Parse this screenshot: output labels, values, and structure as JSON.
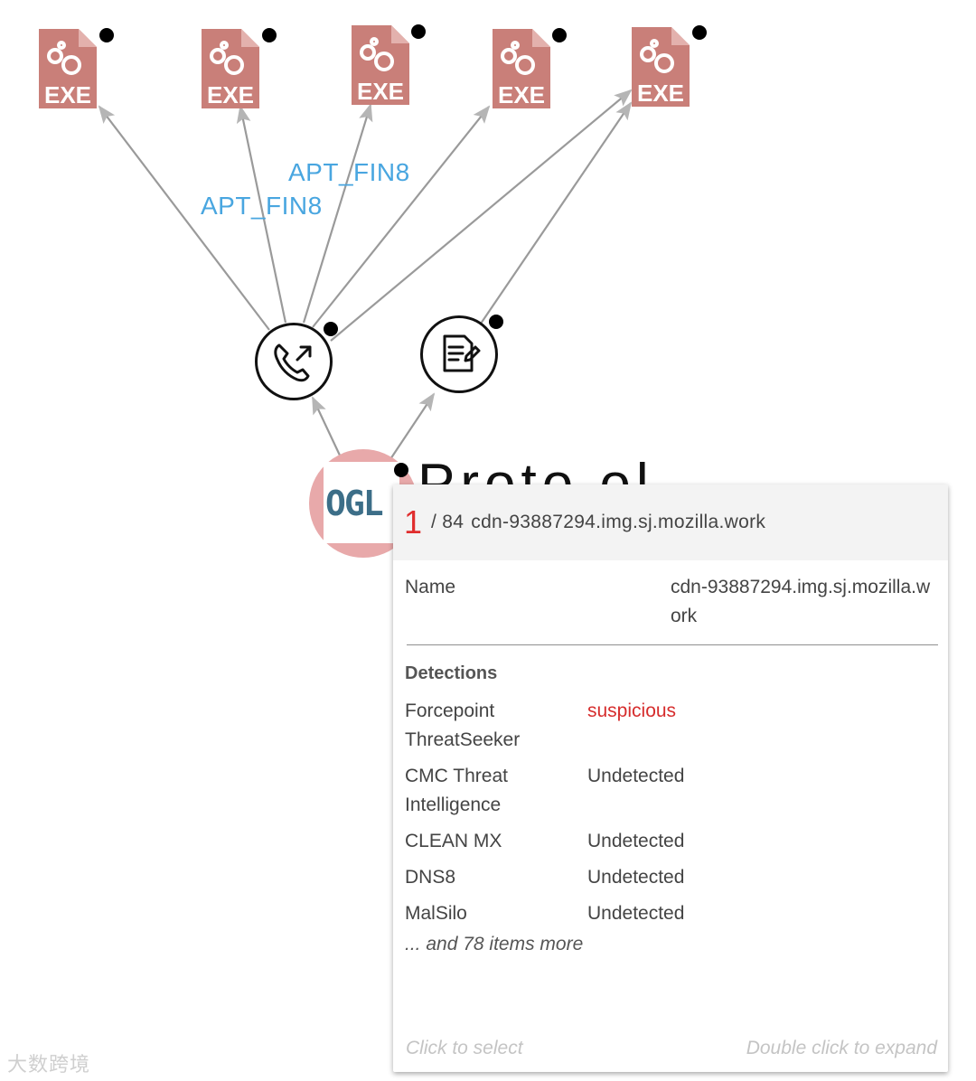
{
  "graph": {
    "exe_nodes": [
      {
        "label": "EXE"
      },
      {
        "label": "EXE"
      },
      {
        "label": "EXE"
      },
      {
        "label": "EXE"
      },
      {
        "label": "EXE"
      }
    ],
    "edge_labels": [
      "APT_FIN8",
      "APT_FIN8"
    ],
    "domain_node": {
      "logo_text": "OGL",
      "title_partial": "Proto ol"
    }
  },
  "tooltip": {
    "index": "1",
    "total": "/ 84",
    "title": "cdn-93887294.img.sj.mozilla.work",
    "name_key": "Name",
    "name_value": "cdn-93887294.img.sj.mozilla.work",
    "detections_heading": "Detections",
    "detections": [
      {
        "engine": "Forcepoint ThreatSeeker",
        "result": "suspicious",
        "status": "suspicious"
      },
      {
        "engine": "CMC Threat Intelligence",
        "result": "Undetected",
        "status": "clean"
      },
      {
        "engine": "CLEAN MX",
        "result": "Undetected",
        "status": "clean"
      },
      {
        "engine": "DNS8",
        "result": "Undetected",
        "status": "clean"
      },
      {
        "engine": "MalSilo",
        "result": "Undetected",
        "status": "clean"
      }
    ],
    "more_text": "... and 78 items more",
    "footer_left": "Click to select",
    "footer_right": "Double click to expand"
  },
  "watermark": "大数跨境",
  "colors": {
    "exe_icon": "#c97f79",
    "edge": "#9a9a9a",
    "edge_label": "#49a6e0",
    "suspicious": "#d62c2c",
    "domain_ring": "#e8a9aa"
  }
}
